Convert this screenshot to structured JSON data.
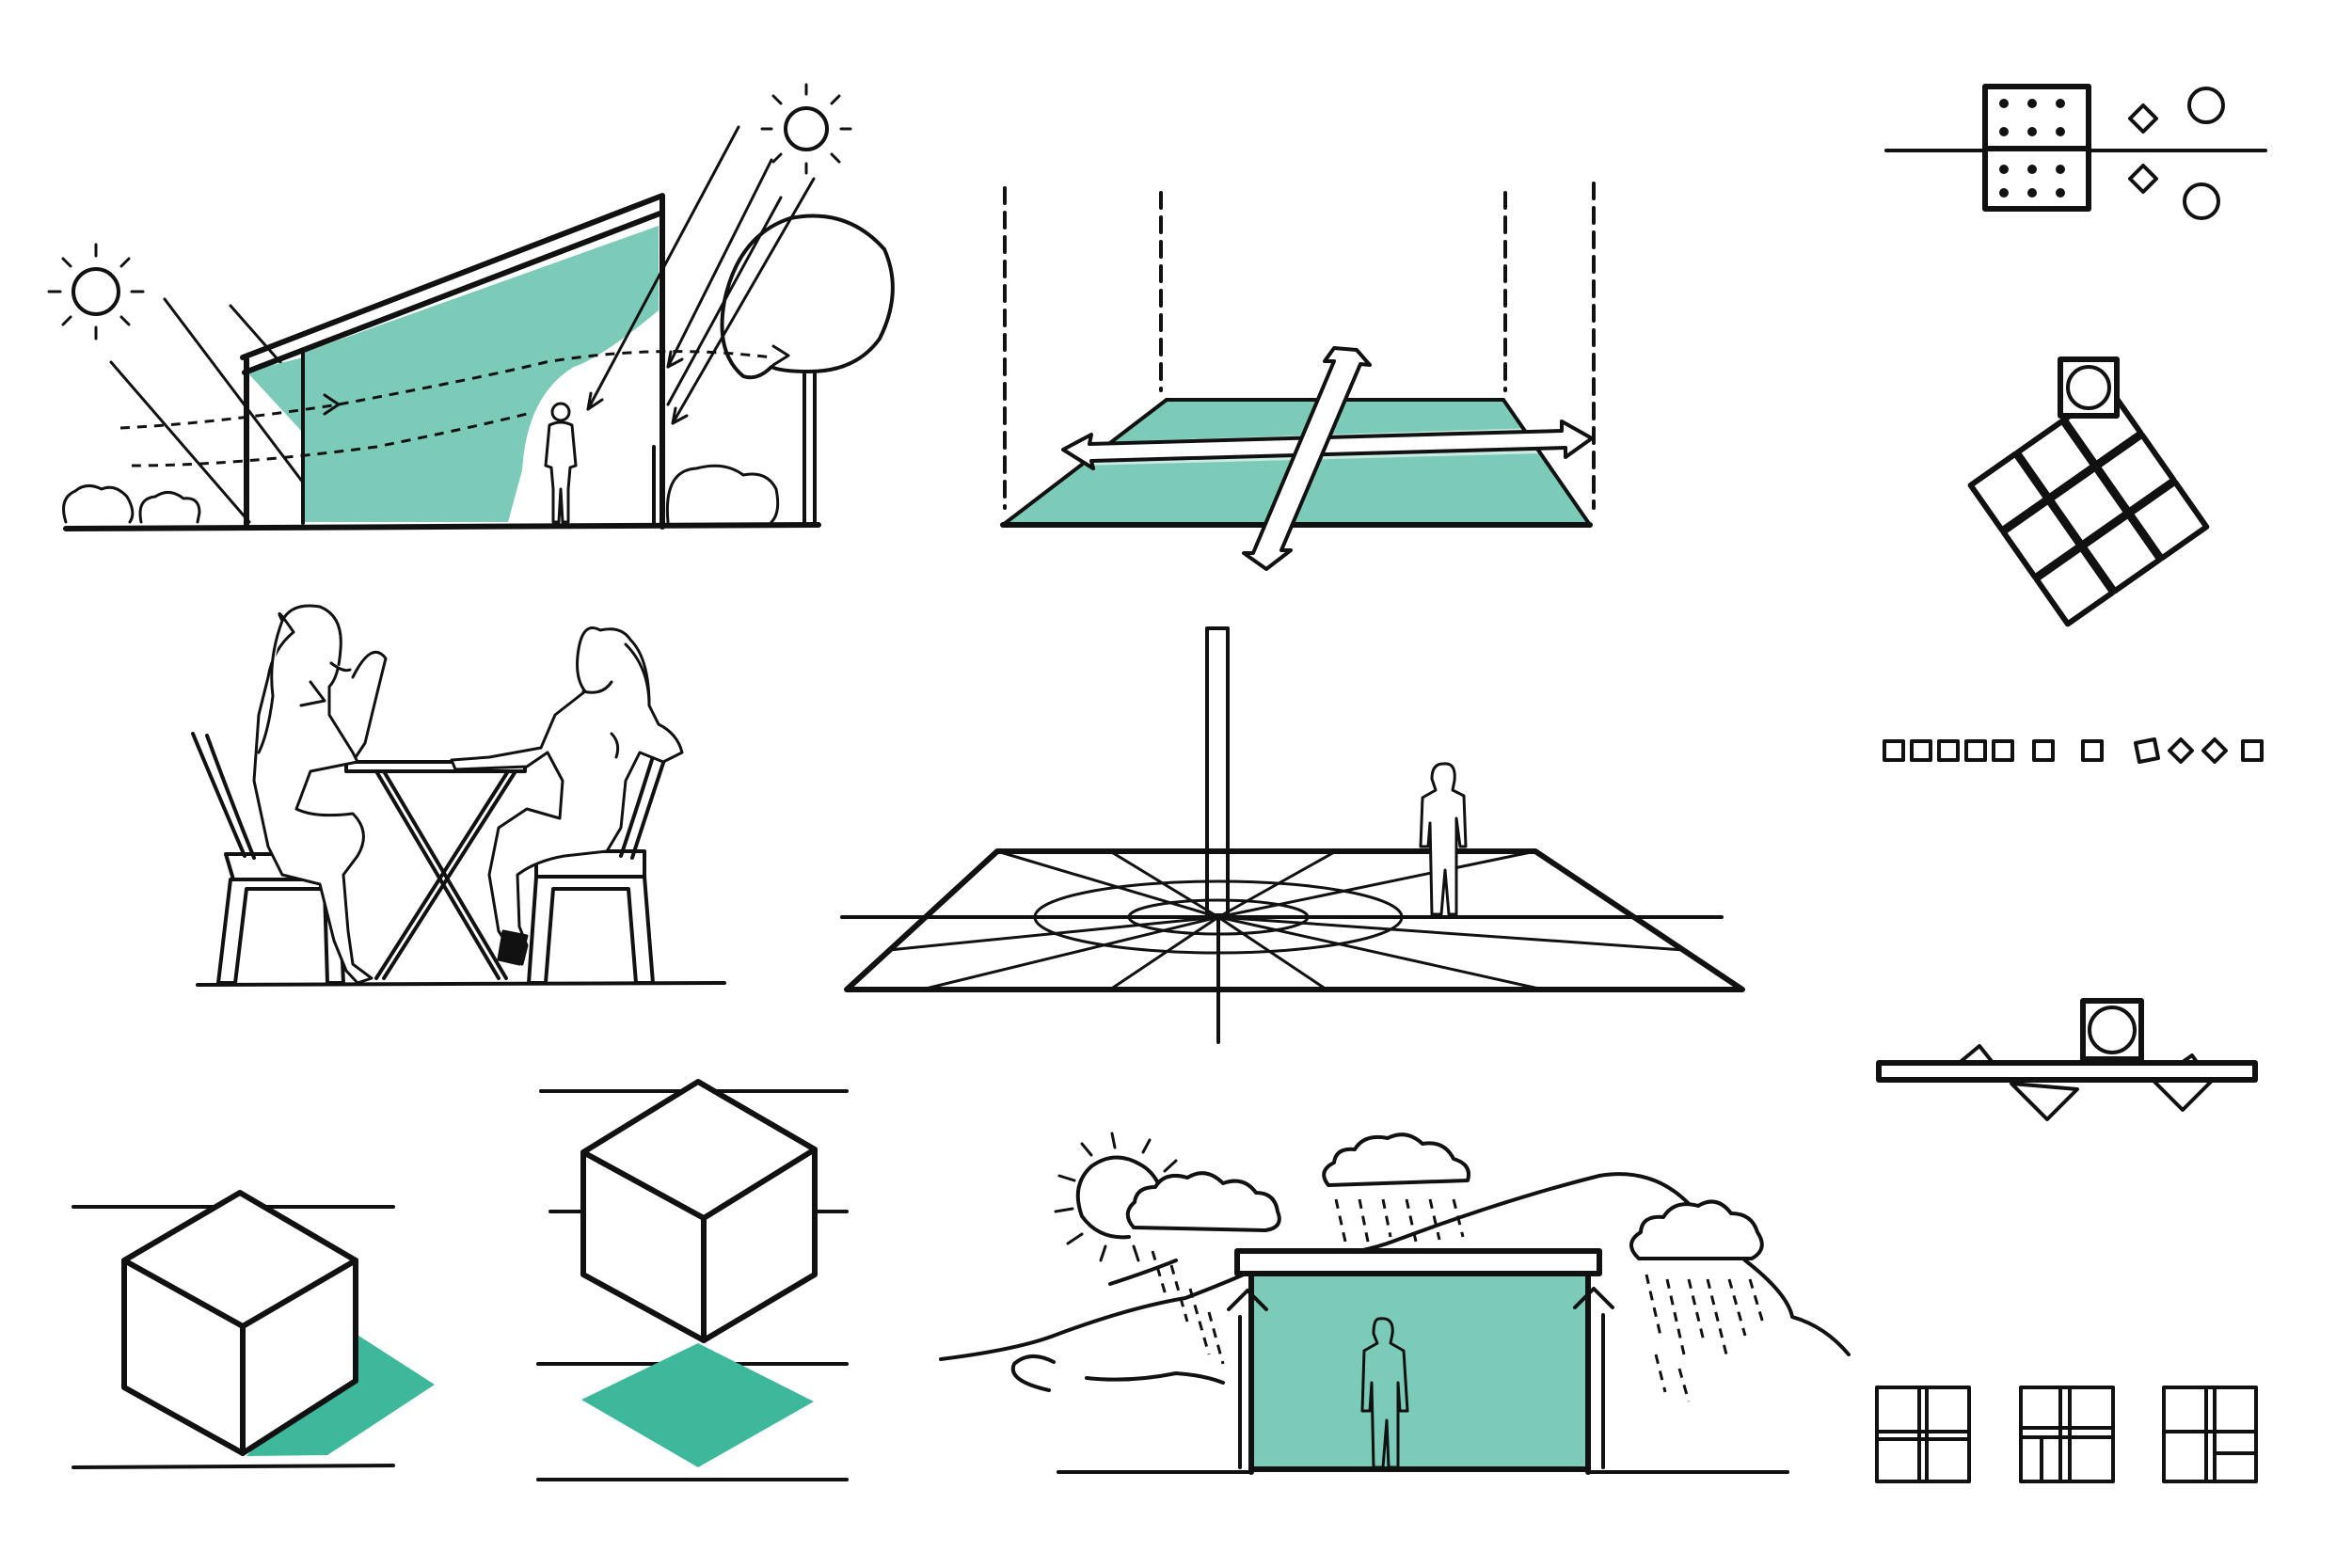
{
  "colors": {
    "accent": "#7ccbb9",
    "accent_dark": "#3db89a",
    "ink": "#111111",
    "background": "#ffffff"
  },
  "panels": [
    {
      "id": "sun-and-airflow-section",
      "icons": [
        "sun-icon",
        "tree-icon",
        "person-icon",
        "shrub-icon"
      ]
    },
    {
      "id": "expanding-plane",
      "icons": [
        "double-arrow-icon"
      ]
    },
    {
      "id": "grid-alignment-diagram",
      "icons": [
        "square-icon",
        "circle-icon",
        "diamond-icon"
      ]
    },
    {
      "id": "two-women-at-cafe-table",
      "icons": [
        "person-icon",
        "chair-icon",
        "table-icon"
      ]
    },
    {
      "id": "vertical-marker-on-radial-grid",
      "icons": [
        "pillar-icon",
        "person-icon"
      ]
    },
    {
      "id": "cube-and-shadow",
      "icons": [
        "cube-icon"
      ]
    },
    {
      "id": "shelter-from-weather",
      "icons": [
        "sun-icon",
        "cloud-icon",
        "rain-icon",
        "person-icon"
      ]
    }
  ]
}
